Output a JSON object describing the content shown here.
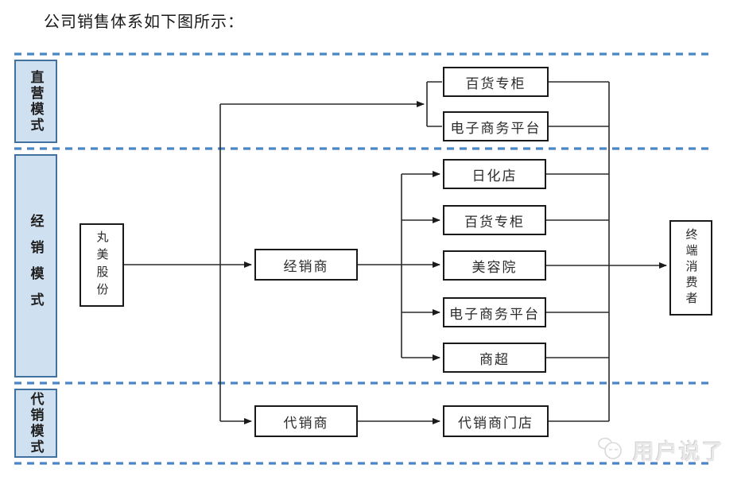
{
  "title": "公司销售体系如下图所示：",
  "sections": [
    {
      "label": "直营模式"
    },
    {
      "label": "经销模式"
    },
    {
      "label": "代销模式"
    }
  ],
  "nodes": {
    "company": "丸美股份",
    "distributor": "经销商",
    "consignment_agent": "代销商",
    "direct_channels": [
      "百货专柜",
      "电子商务平台"
    ],
    "distribution_channels": [
      "日化店",
      "百货专柜",
      "美容院",
      "电子商务平台",
      "商超"
    ],
    "consignment_store": "代销商门店",
    "consumer": "终端消费者"
  },
  "watermark": {
    "text": "用户说了",
    "icon": "chat-mascot-icon"
  },
  "colors": {
    "separator_dash": "#4a86c6",
    "section_fill": "#cfe0f1",
    "section_border": "#41729f",
    "line": "#2a2a2a",
    "node_border": "#1a1a1a"
  }
}
